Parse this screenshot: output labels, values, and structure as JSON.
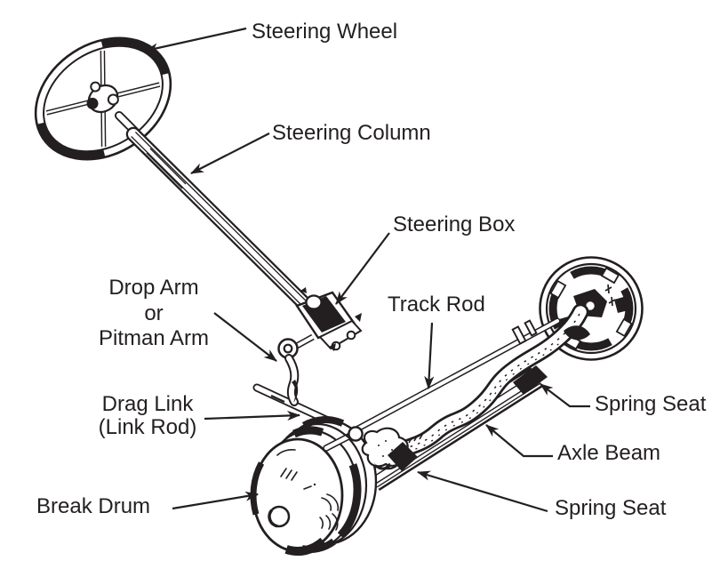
{
  "figure": {
    "type": "technical line-art diagram",
    "subject": "Vehicle front axle and steering system components",
    "background_color": "#ffffff",
    "ink_color": "#231f20"
  },
  "labels": {
    "steering_wheel": "Steering Wheel",
    "steering_column": "Steering Column",
    "steering_box": "Steering Box",
    "drop_arm_line1": "Drop Arm",
    "drop_arm_line2": "or",
    "drop_arm_line3": "Pitman Arm",
    "track_rod": "Track Rod",
    "drag_link_line1": "Drag Link",
    "drag_link_line2": "(Link Rod)",
    "spring_seat_upper": "Spring Seat",
    "axle_beam": "Axle Beam",
    "break_drum": "Break Drum",
    "spring_seat_lower": "Spring Seat"
  }
}
